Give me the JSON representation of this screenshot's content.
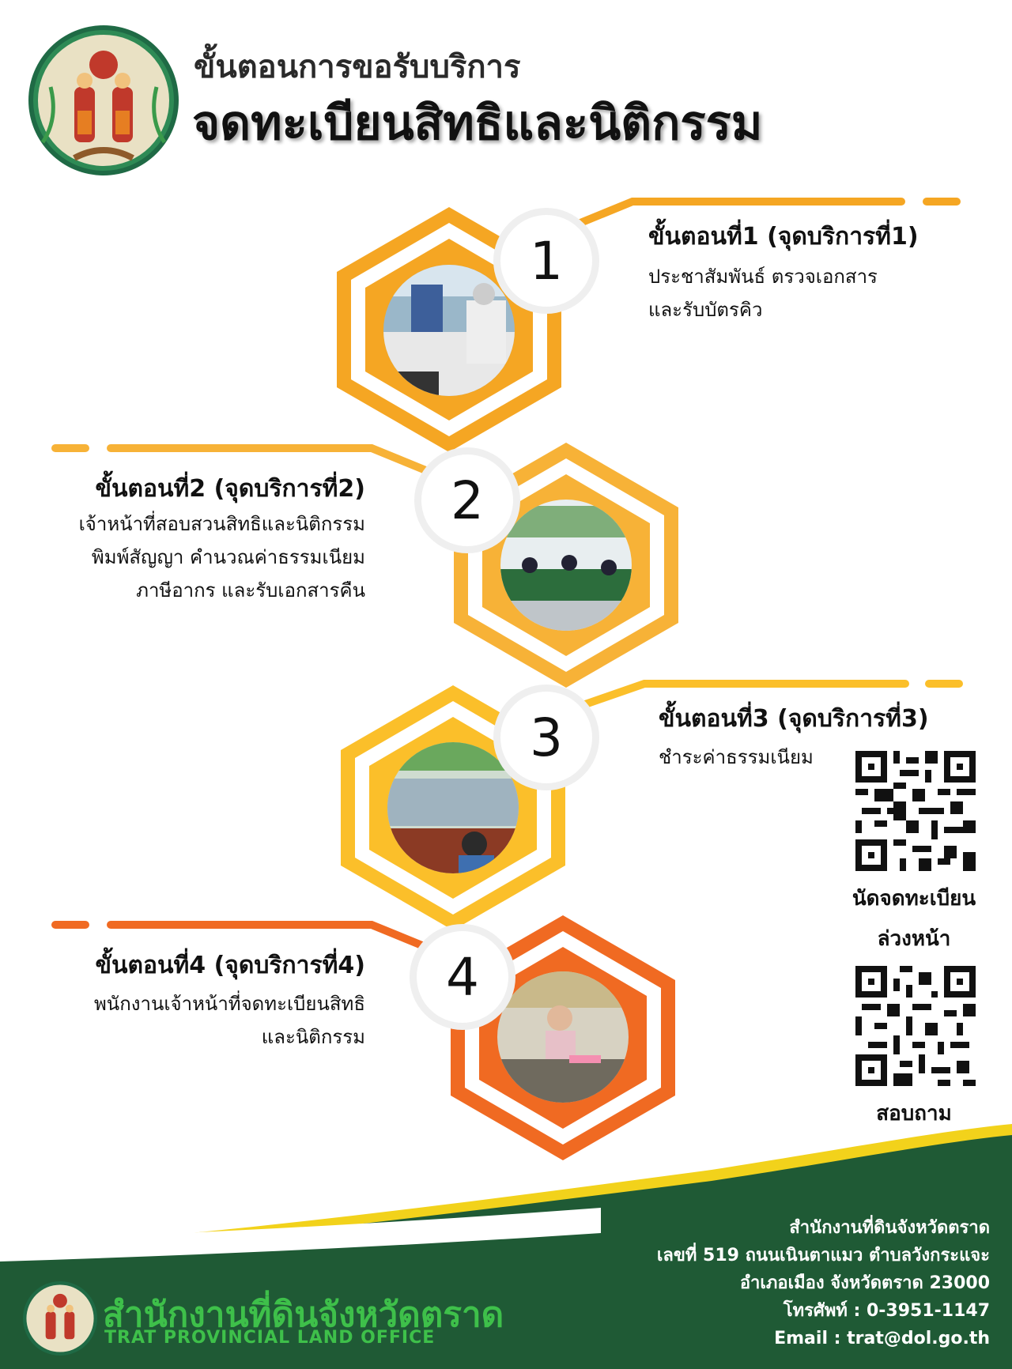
{
  "header": {
    "title_line1": "ขั้นตอนการขอรับบริการ",
    "title_line2": "จดทะเบียนสิทธิและนิติกรรม"
  },
  "steps": [
    {
      "number": "1",
      "title": "ขั้นตอนที่1 (จุดบริการที่1)",
      "lines": [
        "ประชาสัมพันธ์ ตรวจเอกสาร",
        "และรับบัตรคิว"
      ],
      "color": "#f5a623"
    },
    {
      "number": "2",
      "title": "ขั้นตอนที่2 (จุดบริการที่2)",
      "lines": [
        "เจ้าหน้าที่สอบสวนสิทธิและนิติกรรม",
        "พิมพ์สัญญา คำนวณค่าธรรมเนียม",
        "ภาษีอากร และรับเอกสารคืน"
      ],
      "color": "#f7b237"
    },
    {
      "number": "3",
      "title": "ขั้นตอนที่3 (จุดบริการที่3)",
      "lines": [
        "ชำระค่าธรรมเนียม"
      ],
      "color": "#fbbf2a"
    },
    {
      "number": "4",
      "title": "ขั้นตอนที่4 (จุดบริการที่4)",
      "lines": [
        "พนักงานเจ้าหน้าที่จดทะเบียนสิทธิ",
        "และนิติกรรม"
      ],
      "color": "#f06a22"
    }
  ],
  "qr": [
    {
      "label_line1": "นัดจดทะเบียน",
      "label_line2": "ล่วงหน้า"
    },
    {
      "label_line1": "สอบถาม"
    }
  ],
  "footer": {
    "office_name_th": "สำนักงานที่ดินจังหวัดตราด",
    "office_name_en": "TRAT PROVINCIAL LAND OFFICE",
    "address_lines": [
      "สำนักงานที่ดินจังหวัดตราด",
      "เลขที่ 519 ถนนเนินตาแมว ตำบลวังกระแจะ",
      "อำเภอเมือง จังหวัดตราด 23000",
      "โทรศัพท์ : 0-3951-1147",
      "Email : trat@dol.go.th"
    ],
    "green": "#1f5a35",
    "yellow": "#f2d21b"
  }
}
